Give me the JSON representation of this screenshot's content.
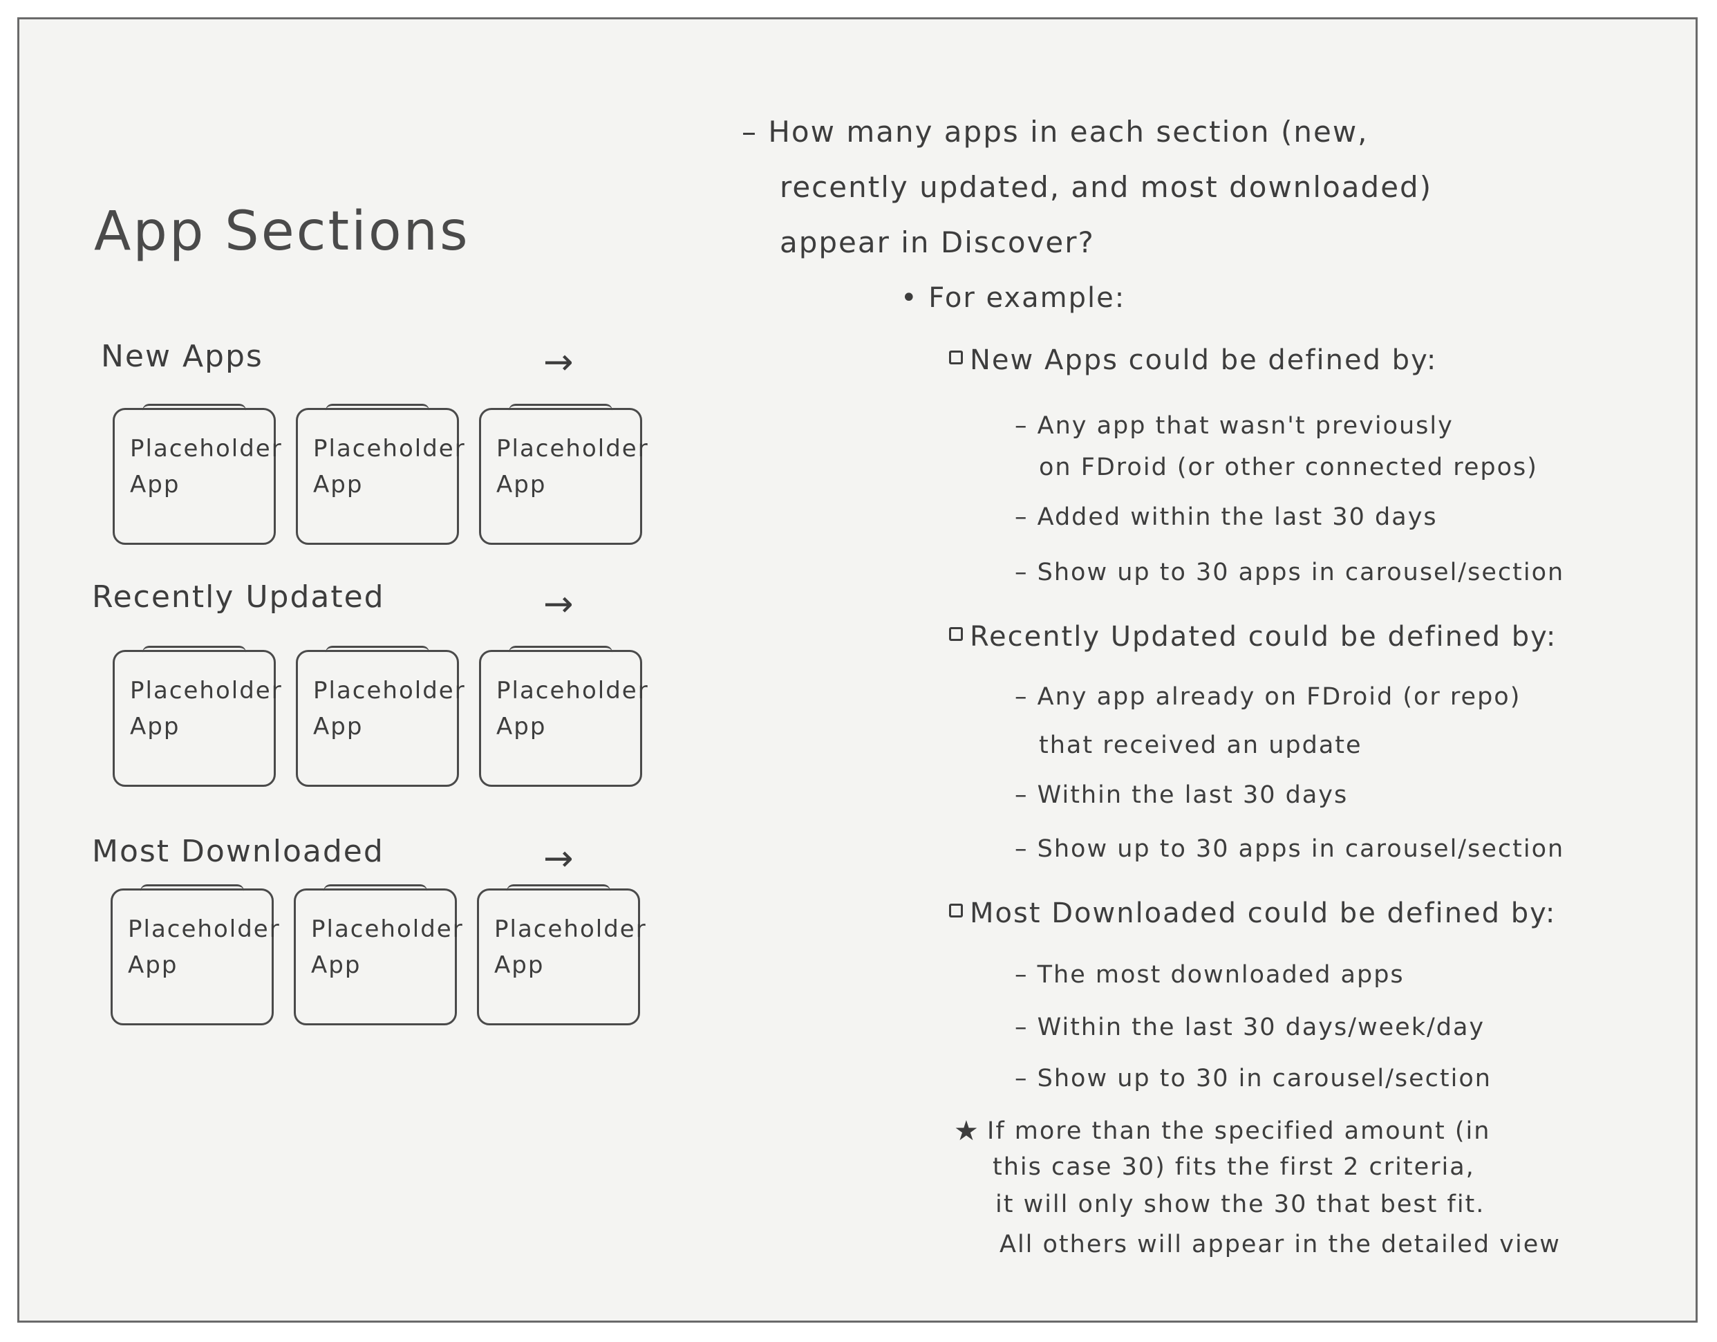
{
  "title": "App Sections",
  "sections": [
    {
      "title": "New Apps",
      "arrow": "→",
      "cards": [
        "Placeholder App",
        "Placeholder App",
        "Placeholder App"
      ]
    },
    {
      "title": "Recently Updated",
      "arrow": "→",
      "cards": [
        "Placeholder App",
        "Placeholder App",
        "Placeholder App"
      ]
    },
    {
      "title": "Most Downloaded",
      "arrow": "→",
      "cards": [
        "Placeholder App",
        "Placeholder App",
        "Placeholder App"
      ]
    }
  ],
  "notes": {
    "question": [
      "– How many apps in each section (new,",
      "recently updated, and most downloaded)",
      "appear in Discover?"
    ],
    "example": "• For example:",
    "new_apps": {
      "heading": "New Apps could be defined by:",
      "items": [
        "– Any app that wasn't previously",
        "on FDroid (or other connected repos)",
        "– Added within the last 30 days",
        "– Show up to 30 apps in carousel/section"
      ]
    },
    "recently_updated": {
      "heading": "Recently Updated could be defined by:",
      "items": [
        "– Any app already on FDroid (or repo)",
        "that received an update",
        "– Within the last 30 days",
        "– Show up to 30 apps in carousel/section"
      ]
    },
    "most_downloaded": {
      "heading": "Most Downloaded could be defined by:",
      "items": [
        "– The most downloaded apps",
        "– Within the last 30 days/week/day",
        "– Show up to 30 in carousel/section"
      ]
    },
    "footnote_icon": "star-icon",
    "footnote": [
      "If more than the specified amount (in",
      "this case 30) fits the first 2 criteria,",
      "it will only show the 30 that best fit.",
      "All others will appear in the detailed view"
    ]
  }
}
